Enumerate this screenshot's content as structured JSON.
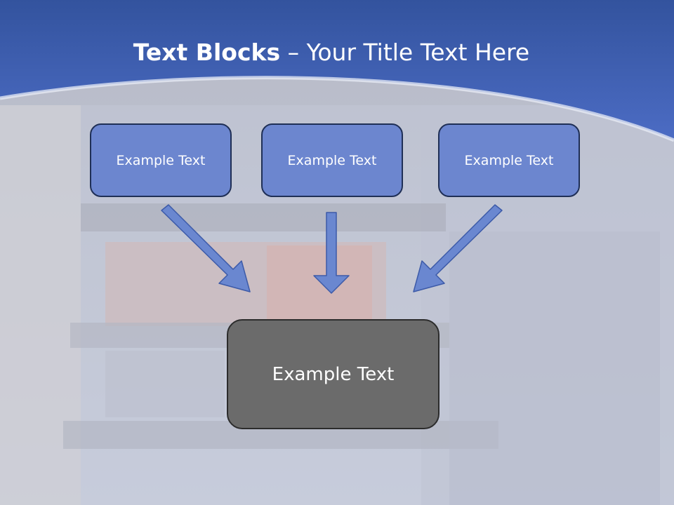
{
  "slide": {
    "title_bold": "Text Blocks",
    "title_sep": " – ",
    "title_rest": "Your Title Text Here",
    "blocks": [
      {
        "label": "Example Text"
      },
      {
        "label": "Example Text"
      },
      {
        "label": "Example Text"
      }
    ],
    "center_block": {
      "label": "Example Text"
    }
  },
  "colors": {
    "header_blue": "#4a69bd",
    "block_fill": "#6c86cf",
    "block_border": "#1f2f56",
    "center_fill": "#6b6b6b",
    "arrow_fill": "#6a87d0"
  },
  "icons": {
    "arrows": [
      "diagonal-down-right-arrow-icon",
      "down-arrow-icon",
      "diagonal-down-left-arrow-icon"
    ]
  }
}
